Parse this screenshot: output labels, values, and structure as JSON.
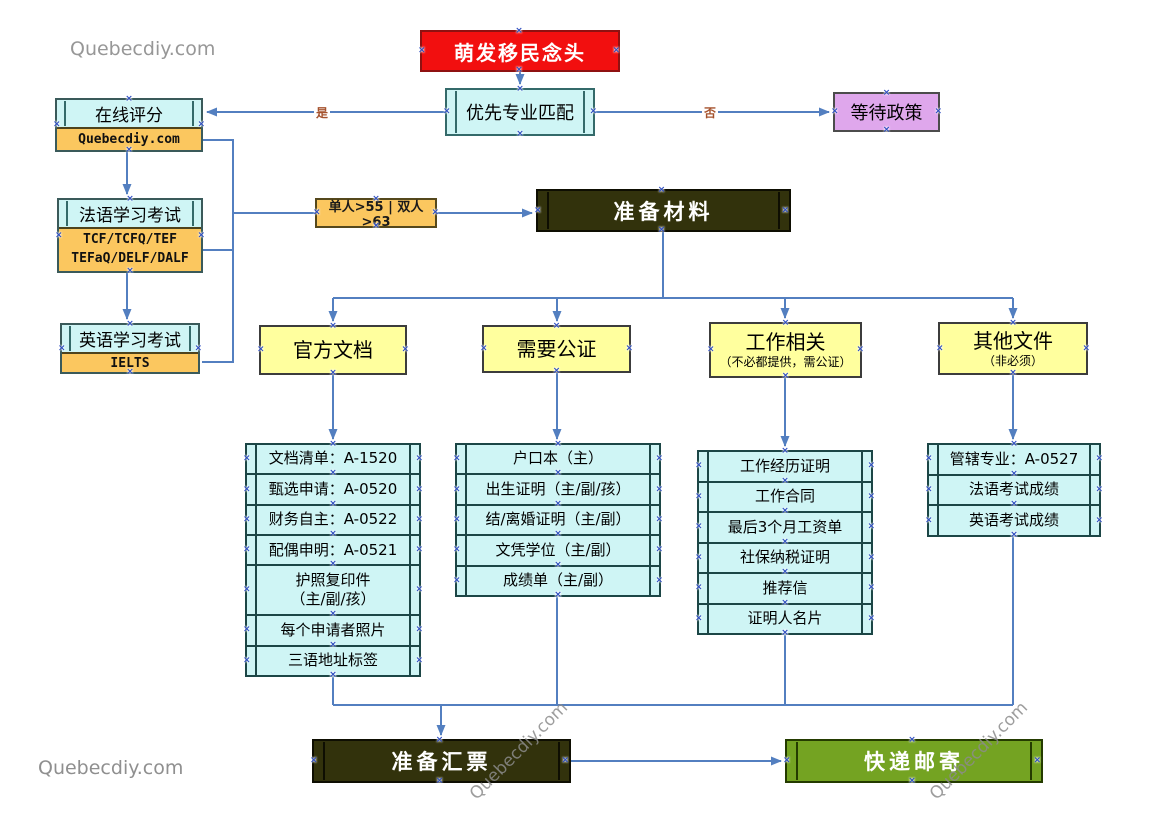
{
  "watermark": "Quebecdiy.com",
  "flow": {
    "start": "萌发移民念头",
    "priority_match": "优先专业匹配",
    "yes": "是",
    "no": "否",
    "wait_policy": "等待政策",
    "online_score": {
      "title": "在线评分",
      "note": "Quebecdiy.com"
    },
    "french_exam": {
      "title": "法语学习考试",
      "note1": "TCF/TCFQ/TEF",
      "note2": "TEFaQ/DELF/DALF"
    },
    "english_exam": {
      "title": "英语学习考试",
      "note": "IELTS"
    },
    "score_threshold": "单人>55 | 双人>63",
    "prepare_materials": "准备材料",
    "columns": [
      {
        "title": "官方文档",
        "subtitle": "",
        "items": [
          "文档清单：A-1520",
          "甄选申请：A-0520",
          "财务自主：A-0522",
          "配偶申明：A-0521",
          "护照复印件\n（主/副/孩）",
          "每个申请者照片",
          "三语地址标签"
        ]
      },
      {
        "title": "需要公证",
        "subtitle": "",
        "items": [
          "户口本（主）",
          "出生证明（主/副/孩）",
          "结/离婚证明（主/副）",
          "文凭学位（主/副）",
          "成绩单（主/副）"
        ]
      },
      {
        "title": "工作相关",
        "subtitle": "（不必都提供，需公证）",
        "items": [
          "工作经历证明",
          "工作合同",
          "最后3个月工资单",
          "社保纳税证明",
          "推荐信",
          "证明人名片"
        ]
      },
      {
        "title": "其他文件",
        "subtitle": "（非必须）",
        "items": [
          "管辖专业：A-0527",
          "法语考试成绩",
          "英语考试成绩"
        ]
      }
    ],
    "prepare_draft": "准备汇票",
    "express_mail": "快递邮寄"
  },
  "colors": {
    "line": "#537fc0",
    "node_red": "#f20f0f",
    "node_cyan": "#cff5f5",
    "node_orange": "#fbc75f",
    "node_yellow": "#ffff9e",
    "node_purple": "#dfa7ec",
    "node_dark_olive": "#32320c",
    "node_green": "#74a322",
    "condition_text": "#a5522d",
    "watermark_gray": "#979797"
  }
}
